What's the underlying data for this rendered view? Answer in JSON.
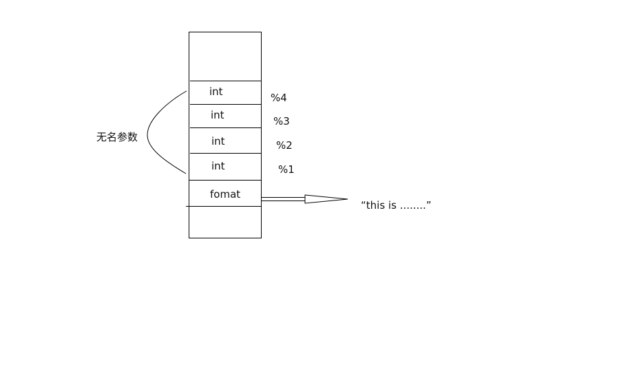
{
  "stack": {
    "slots": [
      {
        "label": "int",
        "index_label": "%4"
      },
      {
        "label": "int",
        "index_label": "%3"
      },
      {
        "label": "int",
        "index_label": "%2"
      },
      {
        "label": "int",
        "index_label": "%1"
      }
    ],
    "format_slot": {
      "label": "fomat"
    }
  },
  "brace_label": "无名参数",
  "format_string": "“this is ........”"
}
